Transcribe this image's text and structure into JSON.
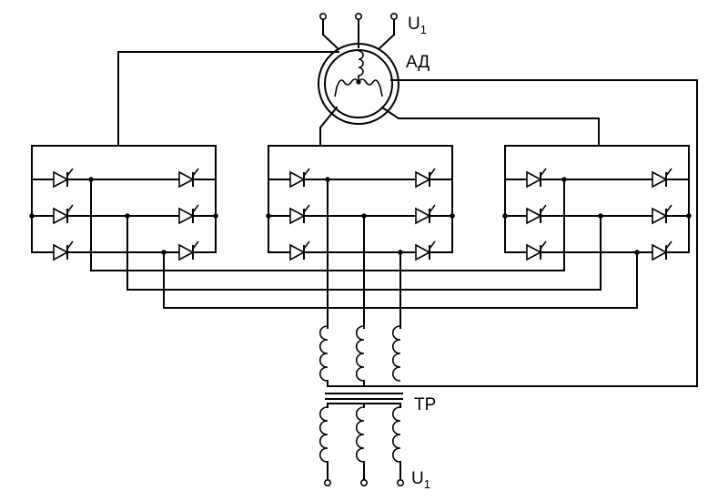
{
  "labels": {
    "supply_top": {
      "main": "U",
      "sub": "1"
    },
    "supply_bottom": {
      "main": "U",
      "sub": "1"
    },
    "motor": "АД",
    "transformer": "ТР"
  },
  "icons": {
    "motor": "induction-motor-icon",
    "thyristor": "thyristor-icon",
    "winding": "transformer-winding-icon",
    "terminal": "terminal-icon"
  },
  "colors": {
    "line": "#000000",
    "background": "#ffffff"
  }
}
